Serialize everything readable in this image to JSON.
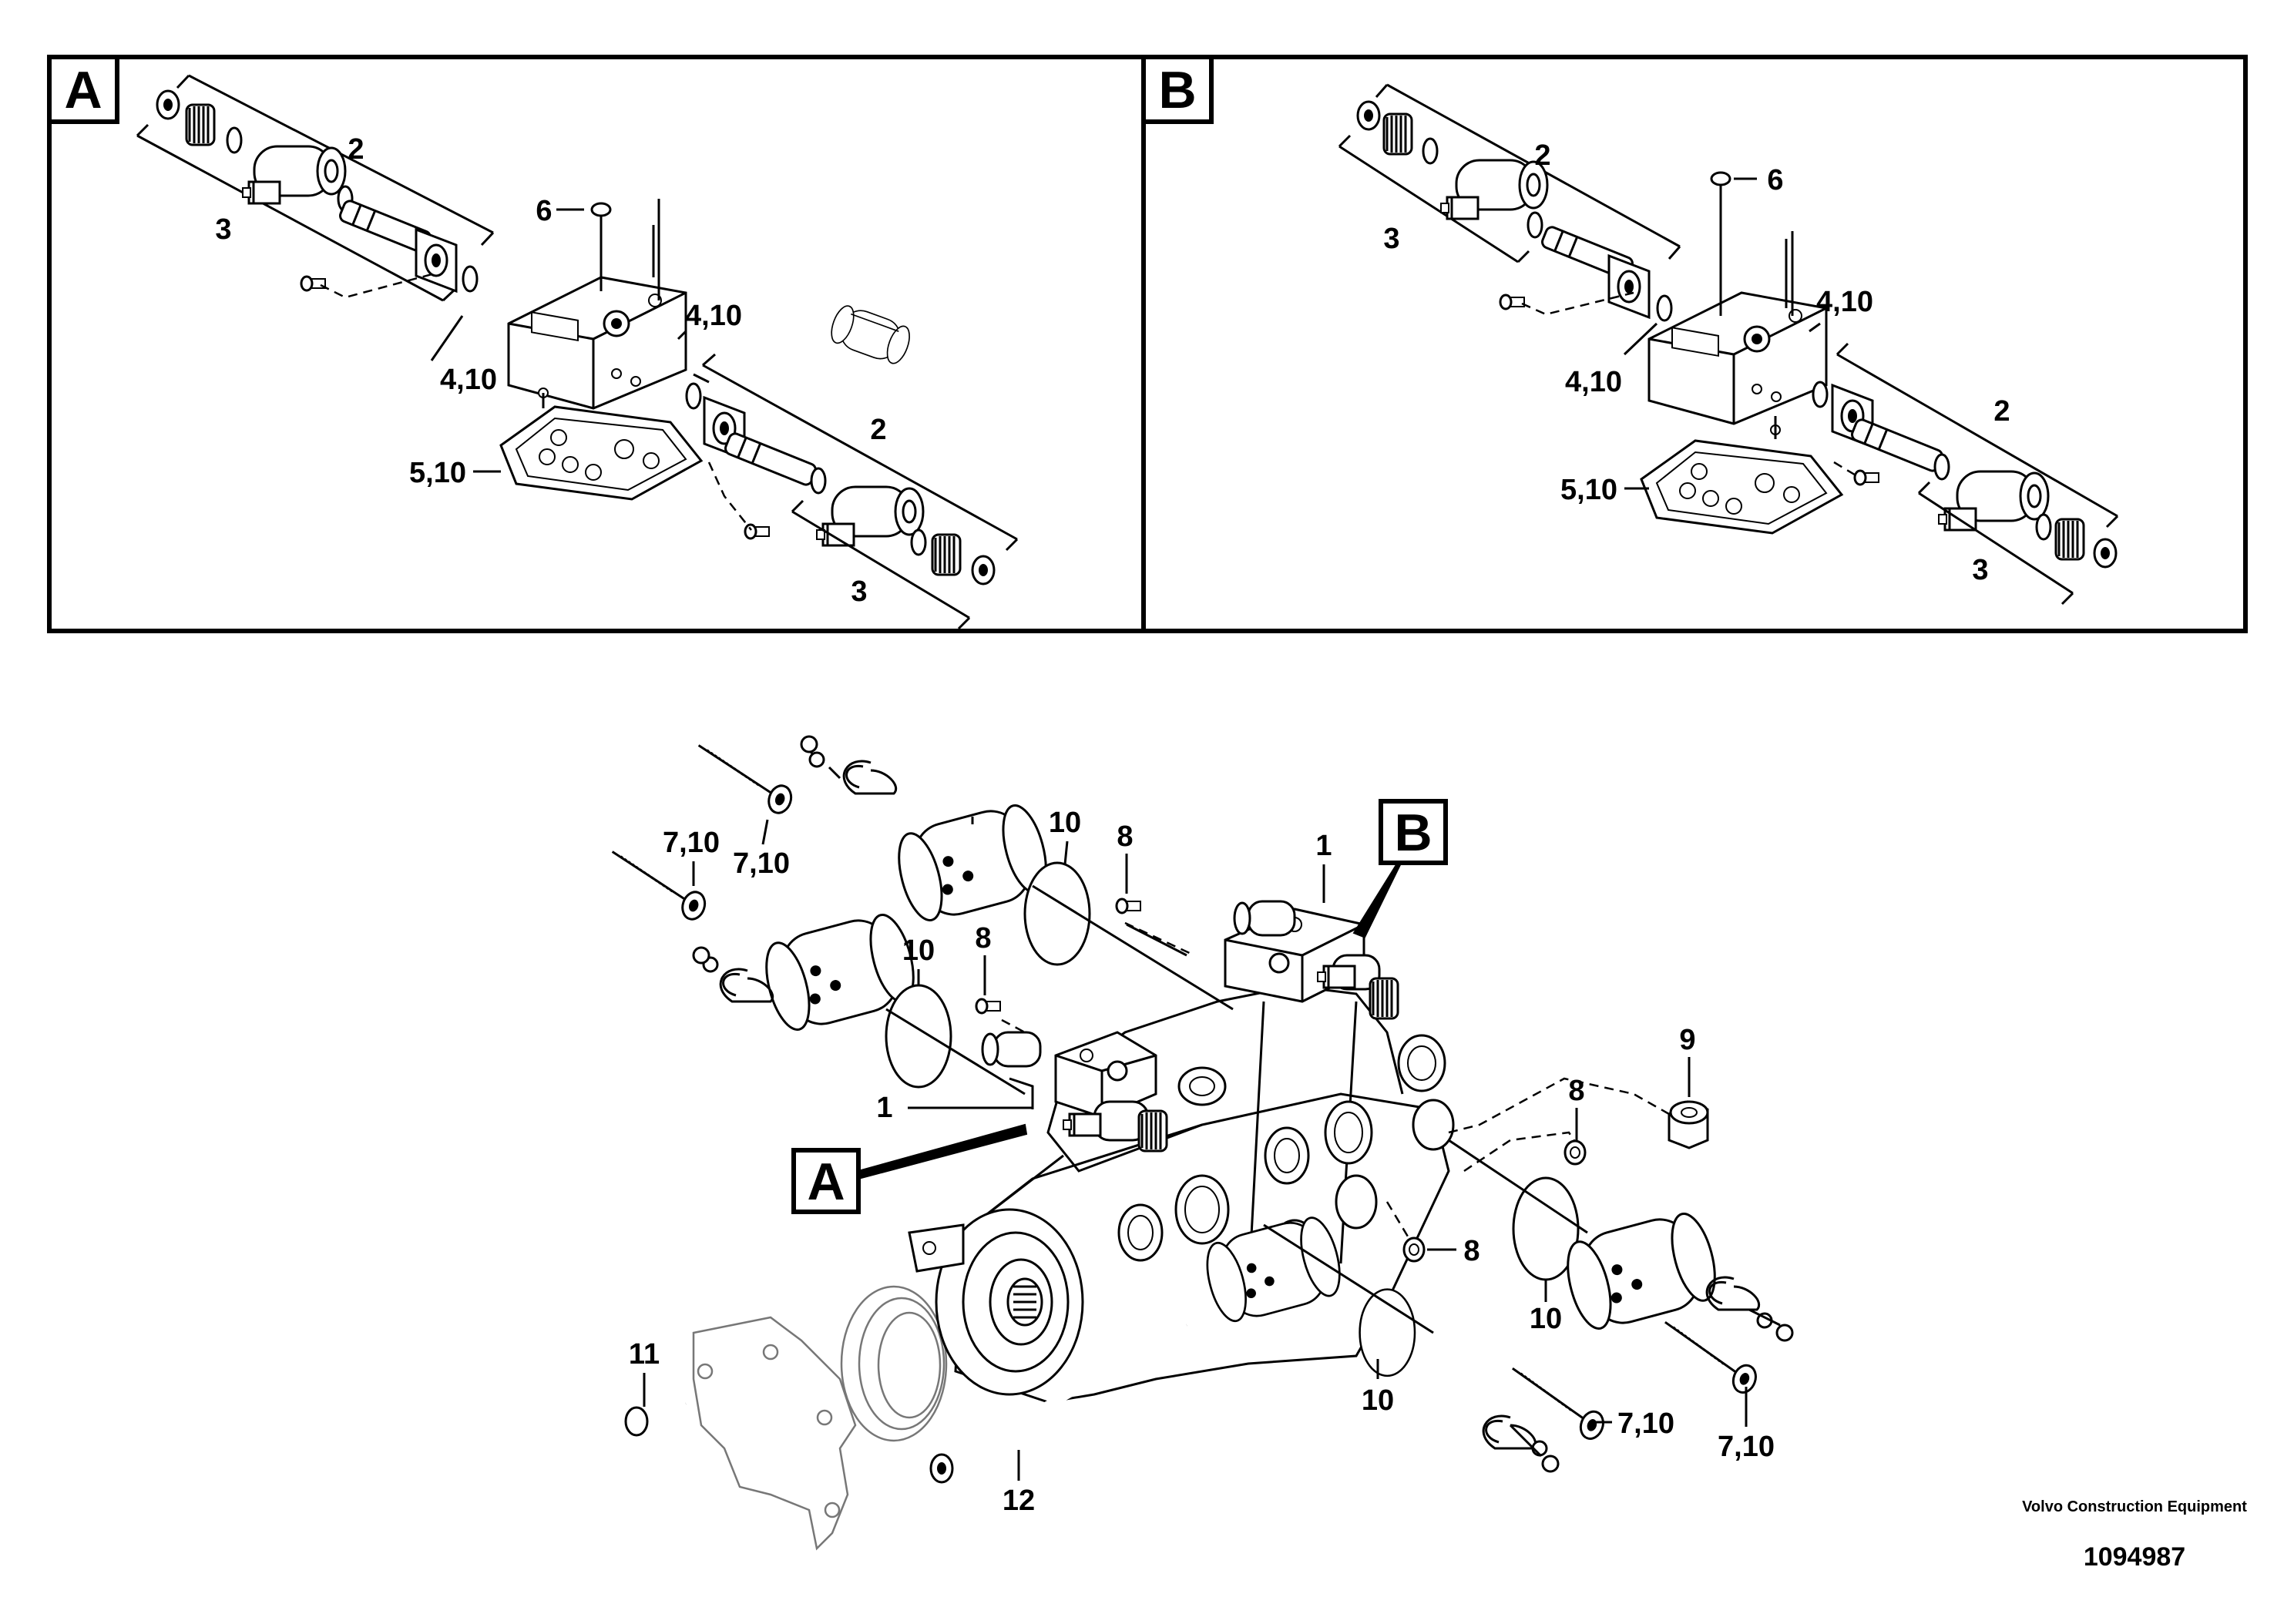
{
  "panels": {
    "a": {
      "letter": "A",
      "labels": {
        "top_2": "2",
        "top_3": "3",
        "bolt_6": "6",
        "oring_left": "4,10",
        "oring_right": "4,10",
        "gasket": "5,10",
        "bottom_2": "2",
        "bottom_3": "3"
      }
    },
    "b": {
      "letter": "B",
      "labels": {
        "top_2": "2",
        "top_3": "3",
        "bolt_6": "6",
        "oring_left": "4,10",
        "oring_right": "4,10",
        "gasket": "5,10",
        "bottom_2": "2",
        "bottom_3": "3"
      }
    }
  },
  "main": {
    "callout_a": "A",
    "callout_b": "B",
    "labels": {
      "plug_left_1": "7,10",
      "plug_left_2": "7,10",
      "oring_top": "10",
      "screw_top": "8",
      "valve_top": "1",
      "oring_left": "10",
      "screw_left": "8",
      "valve_left": "1",
      "cap": "9",
      "screw_right": "8",
      "screw_front": "8",
      "oring_right": "10",
      "oring_front": "10",
      "plug_front": "7,10",
      "plug_right": "7,10",
      "bolt_flange": "11",
      "long_bolt": "12"
    }
  },
  "footer": {
    "company": "Volvo Construction Equipment",
    "ref_number": "1094987"
  }
}
